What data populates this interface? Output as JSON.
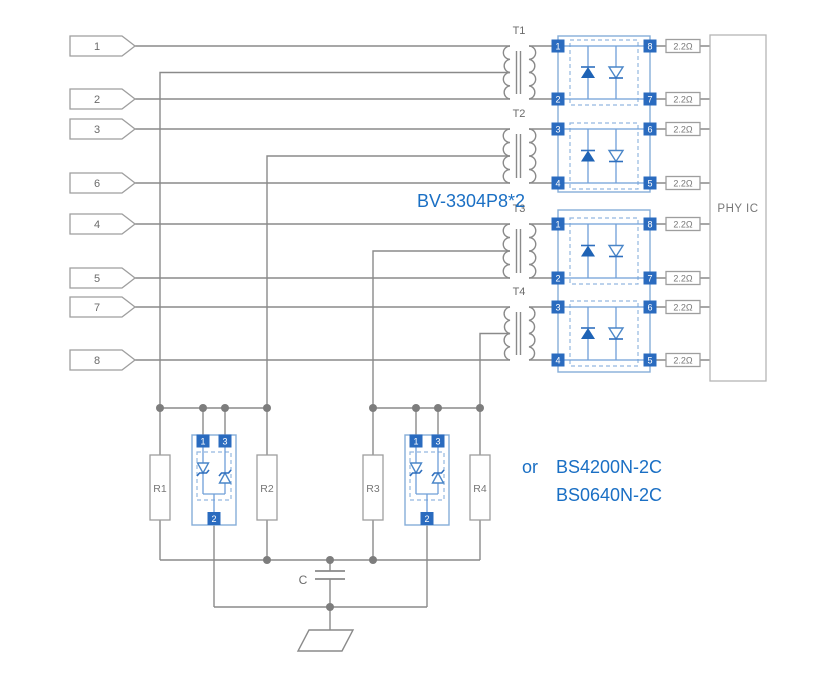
{
  "connectors": [
    "1",
    "2",
    "3",
    "6",
    "4",
    "5",
    "7",
    "8"
  ],
  "transformers": [
    "T1",
    "T2",
    "T3",
    "T4"
  ],
  "protection_ic": {
    "label": "BV-3304P8*2",
    "pins_left": [
      "1",
      "2",
      "3",
      "4"
    ],
    "pins_right": [
      "8",
      "7",
      "6",
      "5"
    ]
  },
  "series_resistor": "2.2Ω",
  "phy": "PHY IC",
  "termination_resistors": [
    "R1",
    "R2",
    "R3",
    "R4"
  ],
  "tvs": {
    "pins_top": [
      "1",
      "3"
    ],
    "pin_bottom": "2",
    "or_label": "or",
    "part_line1": "BS4200N-2C",
    "part_line2": "BS0640N-2C"
  },
  "capacitor": "C",
  "colors": {
    "blue_accent": "#1a6fc4",
    "ic_pin_blue": "#2a6bbf",
    "box_blue": "#85add9",
    "wire_gray": "#8a8a8a"
  }
}
